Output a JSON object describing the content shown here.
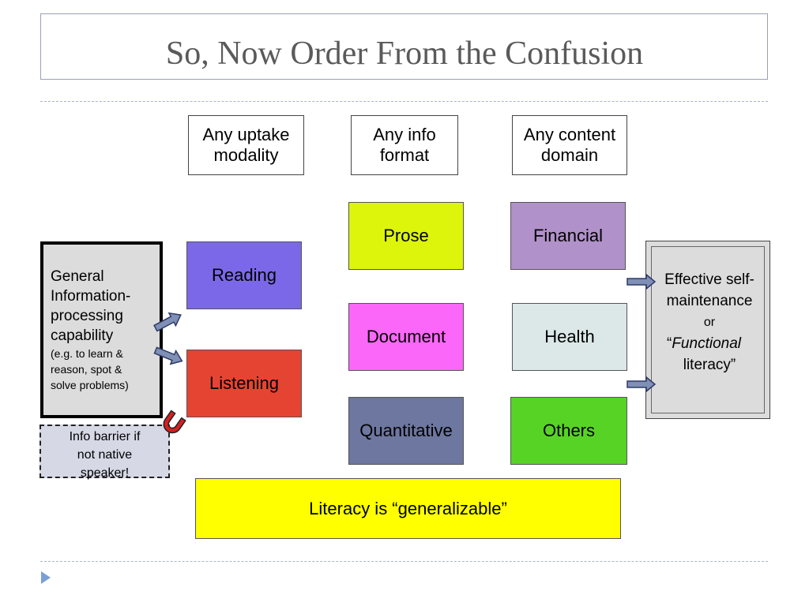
{
  "title": "So, Now Order From the Confusion",
  "headers": {
    "uptake": [
      "Any uptake",
      "modality"
    ],
    "format": [
      "Any info",
      "format"
    ],
    "domain": [
      "Any content",
      "domain"
    ]
  },
  "modalities": [
    "Reading",
    "Listening"
  ],
  "formats": [
    "Prose",
    "Document",
    "Quantitative"
  ],
  "domains": [
    "Financial",
    "Health",
    "Others"
  ],
  "capability": {
    "lines": [
      "General",
      "Information-",
      "processing",
      "capability"
    ],
    "detail": [
      "(e.g. to learn &",
      "reason, spot &",
      "solve problems)"
    ]
  },
  "barrier": [
    "Info barrier if",
    "not native",
    "speaker!"
  ],
  "outcome": {
    "line1": "Effective self-",
    "line2": "maintenance",
    "or": "or",
    "quote_open": "“",
    "functional": "Functional",
    "line4": "literacy”"
  },
  "footer": "Literacy is “generalizable”",
  "colors": {
    "reading": "#7b68e8",
    "listening": "#e64432",
    "prose": "#ddf50a",
    "document": "#fb67f9",
    "quantitative": "#6d779f",
    "financial": "#b091c9",
    "health": "#dce8e8",
    "others": "#57d325",
    "footer": "#ffff00",
    "arrow_fill": "#7f8fb5",
    "bullet": "#7aa0d4"
  },
  "icons": [
    "arrow-icon",
    "magnet-icon",
    "bullet-triangle-icon"
  ]
}
